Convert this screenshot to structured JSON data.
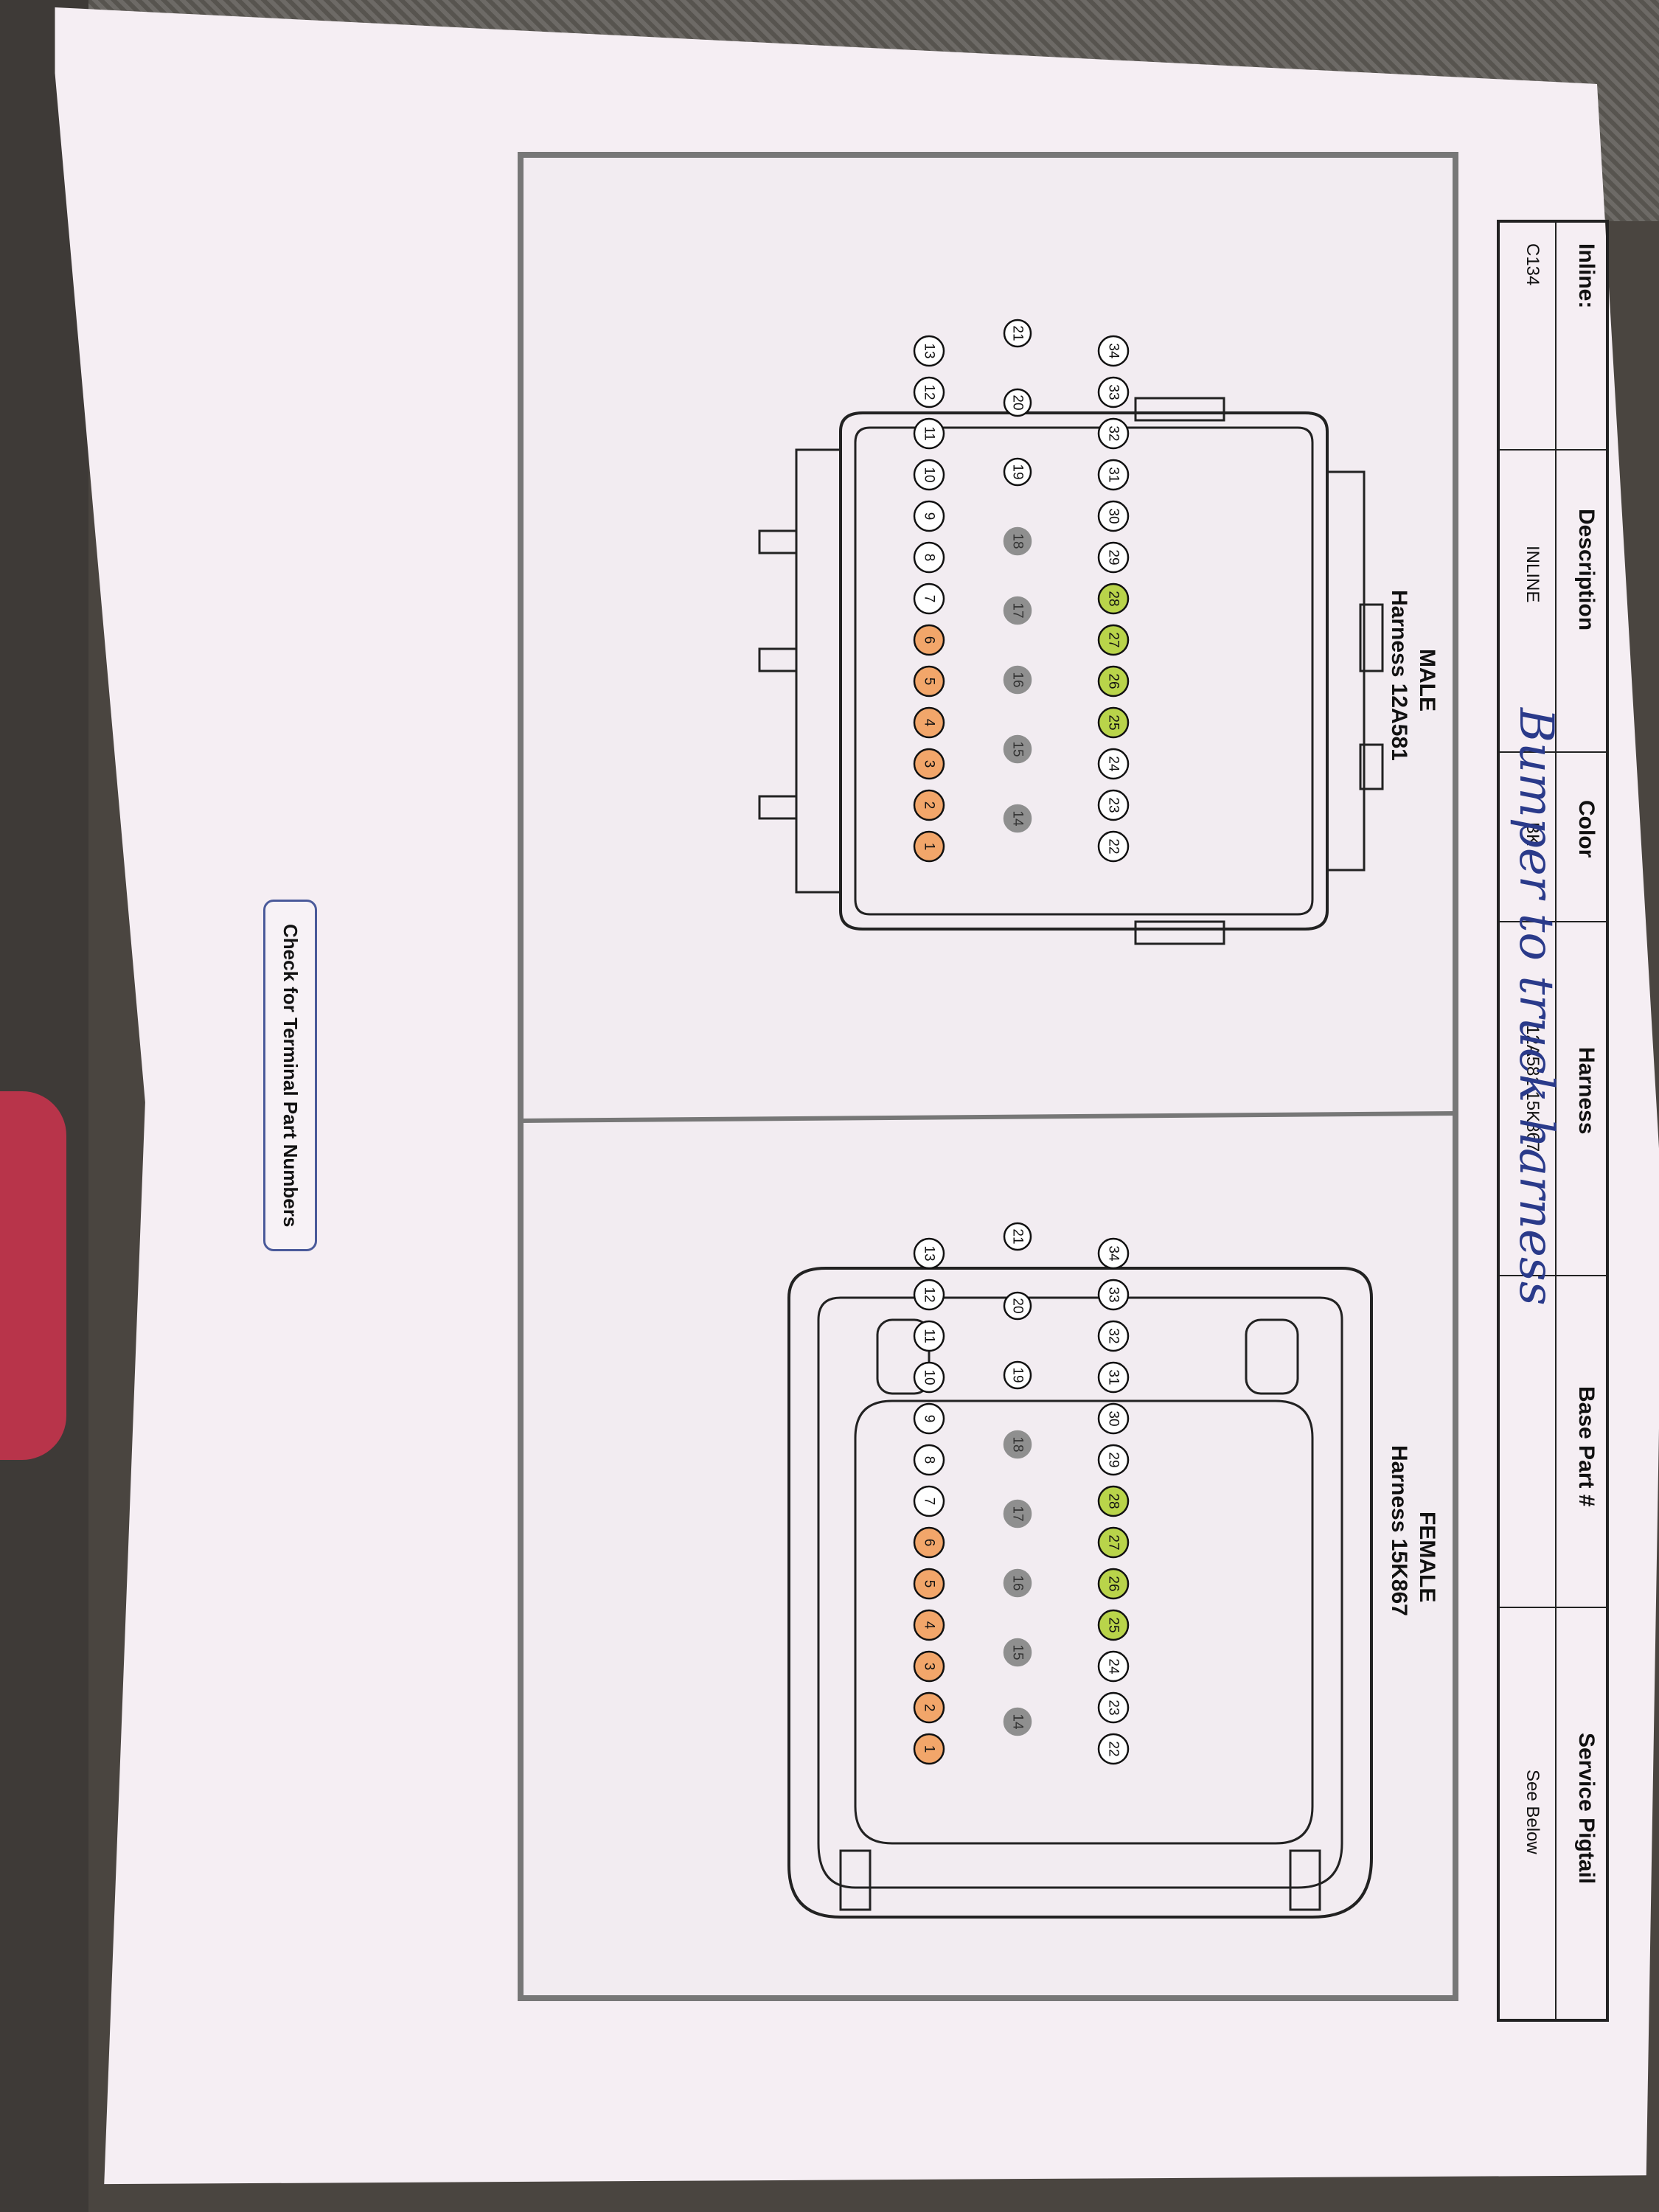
{
  "table": {
    "headers": {
      "inline": "Inline:",
      "description": "Description",
      "color": "Color",
      "harness": "Harness",
      "base_part": "Base Part #",
      "service_pigtail": "Service Pigtail"
    },
    "values": {
      "inline": "C134",
      "description": "INLINE",
      "color": "BK",
      "harness": "12A581 15K867",
      "base_part": "",
      "service_pigtail": "See Below"
    }
  },
  "handwritten_note": "Bumper to truck harness",
  "male": {
    "title": "MALE",
    "subtitle": "Harness 12A581"
  },
  "female": {
    "title": "FEMALE",
    "subtitle": "Harness 15K867"
  },
  "button": {
    "label": "Check for Terminal Part Numbers"
  },
  "pins": {
    "row_top": [
      "1",
      "2",
      "3",
      "4",
      "5",
      "6",
      "7",
      "8",
      "9",
      "10",
      "11",
      "12",
      "13"
    ],
    "row_middle": [
      "14",
      "15",
      "16",
      "17",
      "18",
      "19",
      "20",
      "21"
    ],
    "row_bottom": [
      "22",
      "23",
      "24",
      "25",
      "26",
      "27",
      "28",
      "29",
      "30",
      "31",
      "32",
      "33",
      "34"
    ],
    "orange_pins": [
      "1",
      "2",
      "3",
      "4",
      "5",
      "6"
    ],
    "green_pins": [
      "25",
      "26",
      "27",
      "28"
    ],
    "gray_pins": [
      "14",
      "15",
      "16",
      "17",
      "18"
    ]
  },
  "colors": {
    "orange": "#f2a66a",
    "green": "#b9d44a",
    "gray": "#8f8f8f",
    "ink": "#2a3a8a"
  }
}
